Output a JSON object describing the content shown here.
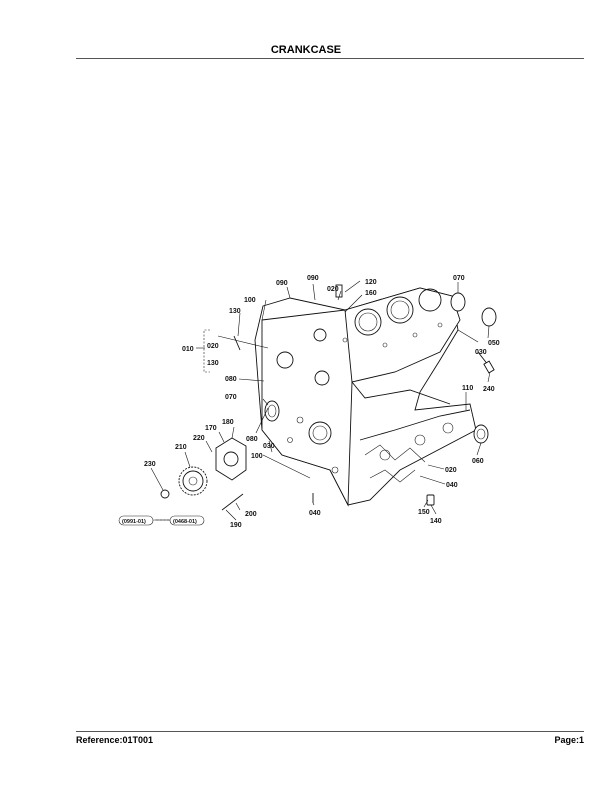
{
  "header": {
    "title": "CRANKCASE"
  },
  "footer": {
    "reference": "Reference:01T001",
    "page": "Page:1"
  },
  "diagram": {
    "callouts": [
      "090",
      "090",
      "120",
      "070",
      "020",
      "160",
      "100",
      "130",
      "010",
      "020",
      "130",
      "050",
      "030",
      "080",
      "240",
      "070",
      "110",
      "180",
      "080",
      "170",
      "030",
      "220",
      "210",
      "100",
      "060",
      "020",
      "230",
      "040",
      "040",
      "150",
      "200",
      "140",
      "190"
    ],
    "stamps": [
      "(0991-01)",
      "(0468-01)"
    ]
  }
}
